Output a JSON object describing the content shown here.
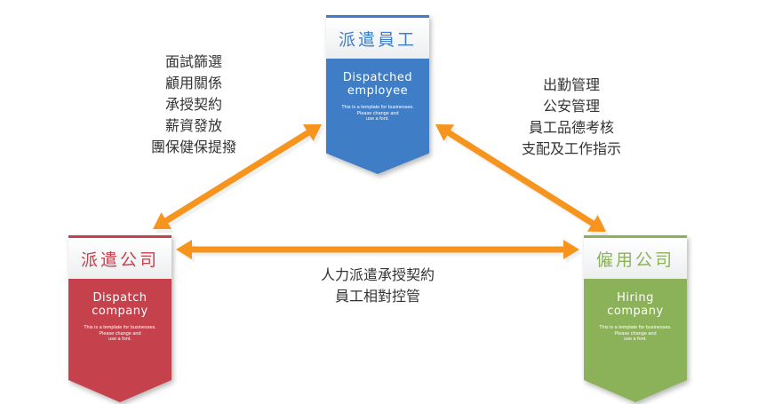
{
  "nodes": {
    "employee": {
      "title": "派遣員工",
      "name_line1": "Dispatched",
      "name_line2": "employee",
      "note_line1": "This is a template for businesses.",
      "note_line2": "Please change and",
      "note_line3": "use a font.",
      "color": "#3f7ec7"
    },
    "dispatch": {
      "title": "派遣公司",
      "name_line1": "Dispatch",
      "name_line2": "company",
      "note_line1": "This is a template for businesses.",
      "note_line2": "Please change and",
      "note_line3": "use a font.",
      "color": "#c5414c"
    },
    "hiring": {
      "title": "僱用公司",
      "name_line1": "Hiring",
      "name_line2": "company",
      "note_line1": "This is a template for businesses.",
      "note_line2": "Please change and",
      "note_line3": "use a font.",
      "color": "#8cb259"
    }
  },
  "relations": {
    "dispatch_employee": [
      "面試篩選",
      "顧用關係",
      "承授契約",
      "薪資發放",
      "團保健保提撥"
    ],
    "employee_hiring": [
      "出勤管理",
      "公安管理",
      "員工品德考核",
      "支配及工作指示"
    ],
    "dispatch_hiring": [
      "人力派遣承授契約",
      "員工相對控管"
    ]
  },
  "arrow_color": "#f7941d"
}
